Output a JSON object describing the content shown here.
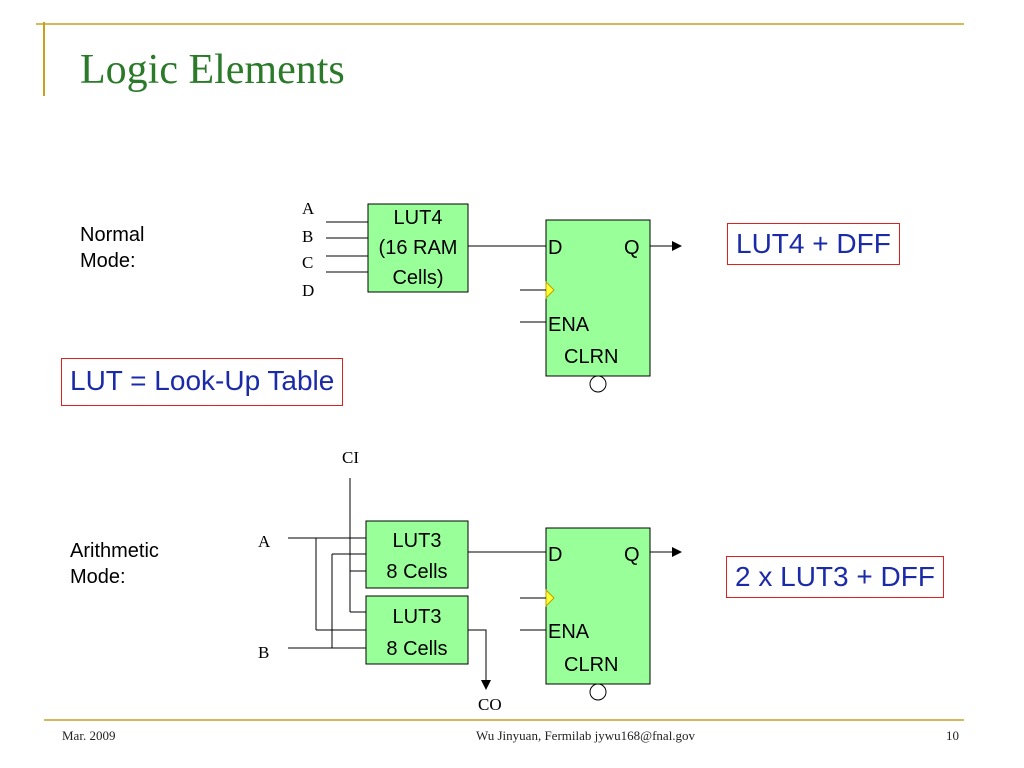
{
  "title": "Logic Elements",
  "normal_mode": {
    "label_line1": "Normal",
    "label_line2": "Mode:",
    "inputs": [
      "A",
      "B",
      "C",
      "D"
    ],
    "lut_line1": "LUT4",
    "lut_line2": "(16 RAM",
    "lut_line3": "Cells)",
    "dff": {
      "d": "D",
      "q": "Q",
      "ena": "ENA",
      "clrn": "CLRN"
    },
    "note": "LUT4 + DFF"
  },
  "lut_note": "LUT = Look-Up Table",
  "arith_mode": {
    "label_line1": "Arithmetic",
    "label_line2": "Mode:",
    "ci": "CI",
    "input_a": "A",
    "input_b": "B",
    "co": "CO",
    "lut_top_line1": "LUT3",
    "lut_top_line2": "8 Cells",
    "lut_bot_line1": "LUT3",
    "lut_bot_line2": "8 Cells",
    "dff": {
      "d": "D",
      "q": "Q",
      "ena": "ENA",
      "clrn": "CLRN"
    },
    "note": "2 x LUT3 + DFF"
  },
  "footer": {
    "date": "Mar. 2009",
    "author": "Wu Jinyuan, Fermilab jywu168@fnal.gov",
    "page": "10"
  },
  "colors": {
    "title": "#2a7a2a",
    "block_fill": "#99ff99",
    "rule": "#c8a020",
    "note_border": "#e02020",
    "note_text": "#1a2aa8",
    "clock_marker": "#ffff33"
  }
}
